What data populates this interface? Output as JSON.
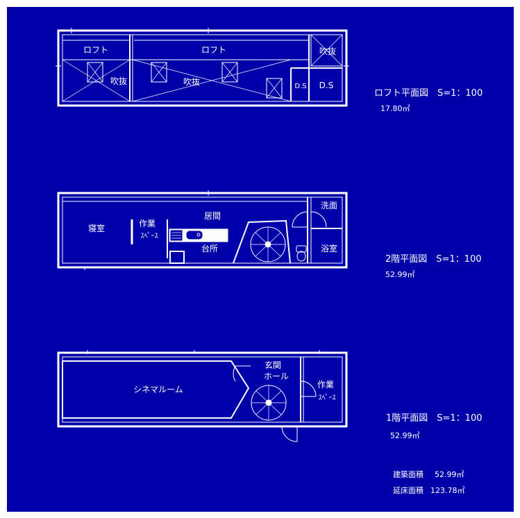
{
  "loft": {
    "rooms": [
      "ロフト",
      "ロフト",
      "吹抜",
      "吹抜",
      "吹抜",
      "D.S",
      "D.S"
    ],
    "caption": "ロフト平面図　S=1：100",
    "area": "17.80㎡"
  },
  "floor2": {
    "rooms": [
      "寝室",
      "作業",
      "ｽﾍﾟｰｽ",
      "居間",
      "台所",
      "洗面",
      "浴室"
    ],
    "caption": "2階平面図　S=1：100",
    "area": "52.99㎡"
  },
  "floor1": {
    "rooms": [
      "シネマルーム",
      "玄関",
      "ホール",
      "作業",
      "ｽﾍﾟｰｽ"
    ],
    "caption": "1階平面図　S=1：100",
    "area": "52.99㎡"
  },
  "summary": {
    "building_area_label": "建築面積",
    "building_area": "52.99㎡",
    "total_floor_label": "延床面積",
    "total_floor": "123.78㎡"
  },
  "colors": {
    "background": "#0000a8",
    "lines": "#ffffff"
  }
}
